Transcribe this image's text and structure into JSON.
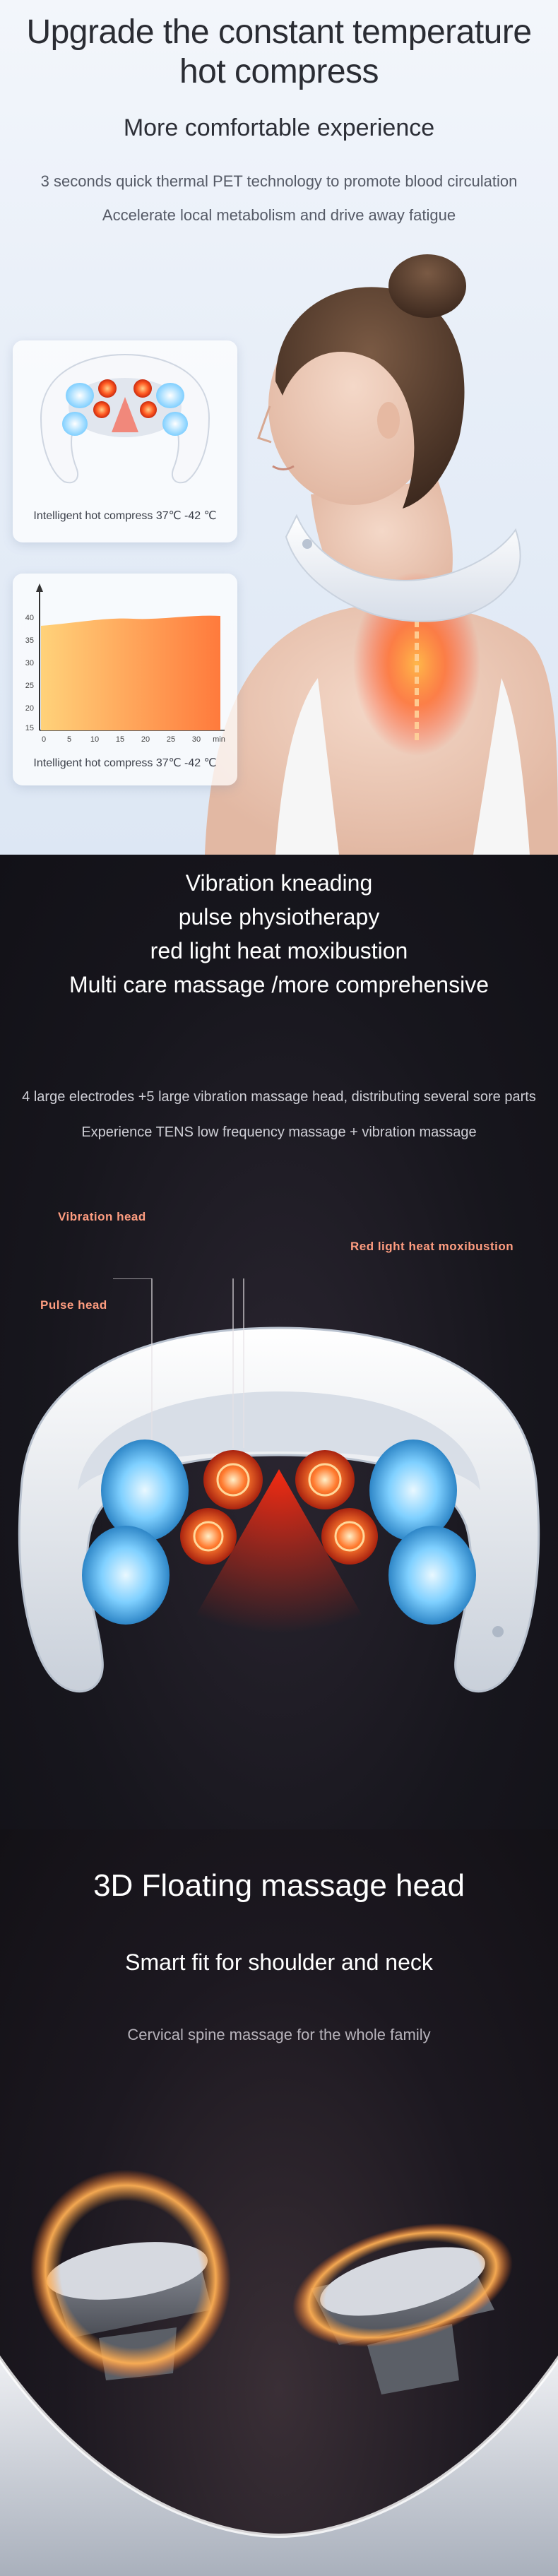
{
  "section_hot": {
    "title_line1": "Upgrade the constant temperature",
    "title_line2": "hot compress",
    "subtitle": "More comfortable experience",
    "desc_line1": "3 seconds quick thermal PET technology to promote blood circulation",
    "desc_line2": "Accelerate local metabolism and drive away fatigue",
    "card1_caption": "Intelligent hot compress 37℃ -42 ℃",
    "card2_caption": "Intelligent hot compress 37℃ -42 ℃",
    "chart_ticks_y": [
      "40",
      "35",
      "30",
      "25",
      "20",
      "15"
    ],
    "chart_ticks_x": [
      "0",
      "5",
      "10",
      "15",
      "20",
      "25",
      "30",
      "min"
    ]
  },
  "section_vibration": {
    "heading_line1": "Vibration kneading",
    "heading_line2": "pulse physiotherapy",
    "heading_line3": "red light heat moxibustion",
    "heading_line4": "Multi care massage /more comprehensive",
    "info_line1": "4 large electrodes +5 large vibration massage head, distributing several sore parts",
    "info_line2": "Experience TENS low frequency massage + vibration massage",
    "label_vibration": "Vibration head",
    "label_red_light": "Red light heat moxibustion",
    "label_pulse": "Pulse head"
  },
  "section_floating": {
    "title": "3D Floating massage head",
    "subtitle": "Smart fit for shoulder and neck",
    "caption": "Cervical spine massage for the whole family"
  },
  "colors": {
    "warm_orange": "#ff7a3c",
    "hot_red": "#ff3b1e",
    "cool_blue": "#69c9ff",
    "label_coral": "#ff9d80"
  }
}
